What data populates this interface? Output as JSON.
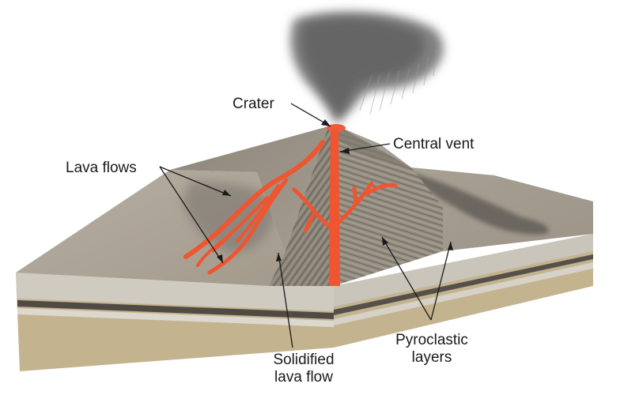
{
  "labels": {
    "crater": "Crater",
    "central_vent": "Central vent",
    "lava_flows": "Lava flows",
    "solidified_line1": "Solidified",
    "solidified_line2": "lava flow",
    "pyroclastic_line1": "Pyroclastic",
    "pyroclastic_line2": "layers"
  },
  "colors": {
    "lava": "#f0522e",
    "lava_dark": "#d23a1c",
    "ground_top": "#a79f93",
    "ground_side": "#cbbb98",
    "cone_strata": "#8f887d",
    "ash": "#6e6e6e",
    "sediment": "#b9a37a"
  }
}
